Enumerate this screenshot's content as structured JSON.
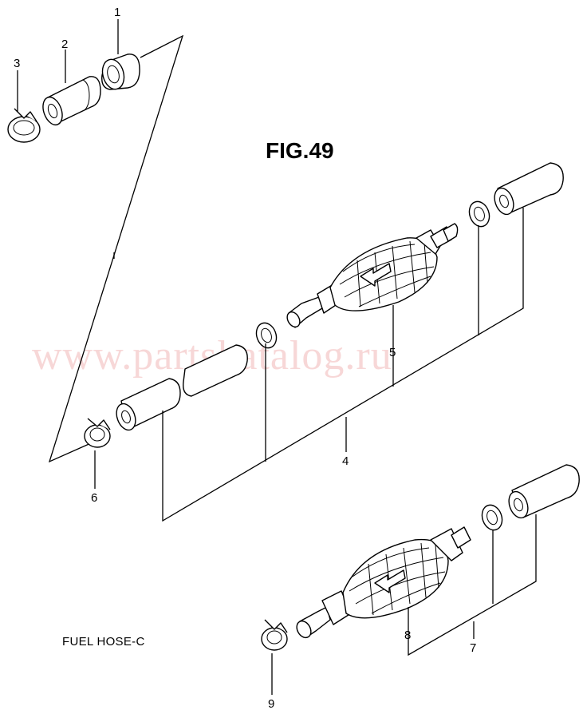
{
  "figure": {
    "title": "FIG.49",
    "caption": "FUEL HOSE-C",
    "watermark": "www.partskatalog.ru"
  },
  "callouts": [
    {
      "id": "1",
      "label": "1"
    },
    {
      "id": "2",
      "label": "2"
    },
    {
      "id": "3",
      "label": "3"
    },
    {
      "id": "4",
      "label": "4"
    },
    {
      "id": "5",
      "label": "5"
    },
    {
      "id": "6",
      "label": "6"
    },
    {
      "id": "7",
      "label": "7"
    },
    {
      "id": "8",
      "label": "8"
    },
    {
      "id": "9",
      "label": "9"
    }
  ]
}
